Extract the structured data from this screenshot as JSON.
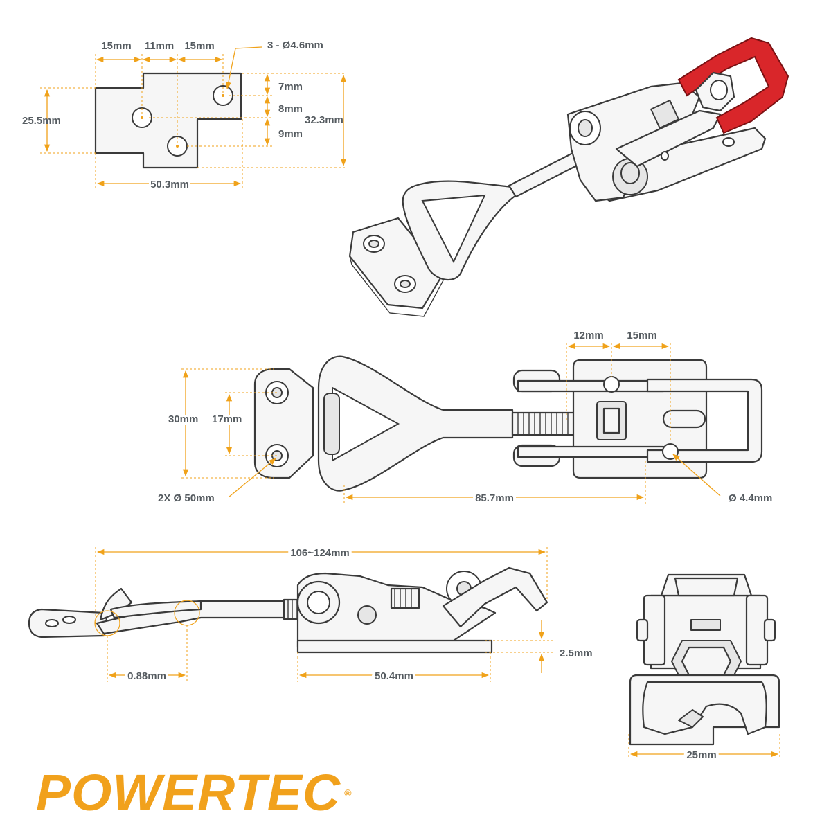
{
  "colors": {
    "dimension": "#f0a21a",
    "outline": "#3a3a3a",
    "handle": "#d9262a",
    "label": "#555b60",
    "brand": "#f1a11c"
  },
  "plate_view": {
    "top_dims": [
      "15mm",
      "11mm",
      "15mm"
    ],
    "holes_note": "3 - Ø4.6mm",
    "height": "25.5mm",
    "right_dims": [
      "7mm",
      "8mm",
      "9mm"
    ],
    "total_height": "32.3mm",
    "width": "50.3mm"
  },
  "top_view": {
    "right_dims": [
      "12mm",
      "15mm"
    ],
    "left_height": "30mm",
    "hole_spacing": "17mm",
    "mount_holes": "2X Ø 50mm",
    "length": "85.7mm",
    "hole": "Ø 4.4mm"
  },
  "side_view": {
    "overall": "106~124mm",
    "thickness": "2.5mm",
    "offset": "0.88mm",
    "base_length": "50.4mm"
  },
  "end_view": {
    "width": "25mm"
  },
  "brand": {
    "name": "POWERTEC",
    "mark": "®"
  }
}
